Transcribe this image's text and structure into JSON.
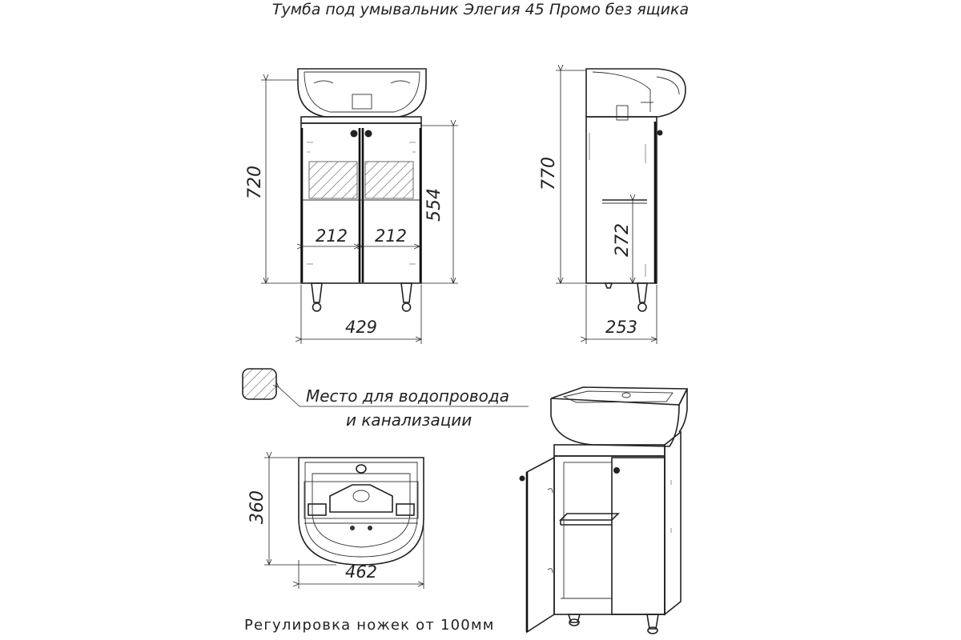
{
  "title": "Тумба под умывальник Элегия 45 Промо без ящика",
  "front_view": {
    "height_total": "720",
    "height_body": "554",
    "door_width_left": "212",
    "door_width_right": "212",
    "width": "429"
  },
  "side_view": {
    "height_total": "770",
    "shelf_height": "272",
    "depth": "253"
  },
  "legend": {
    "line1": "Место для водопровода",
    "line2": "и канализации"
  },
  "top_view": {
    "depth": "360",
    "width": "462"
  },
  "footer": "Регулировка ножек от 100мм"
}
